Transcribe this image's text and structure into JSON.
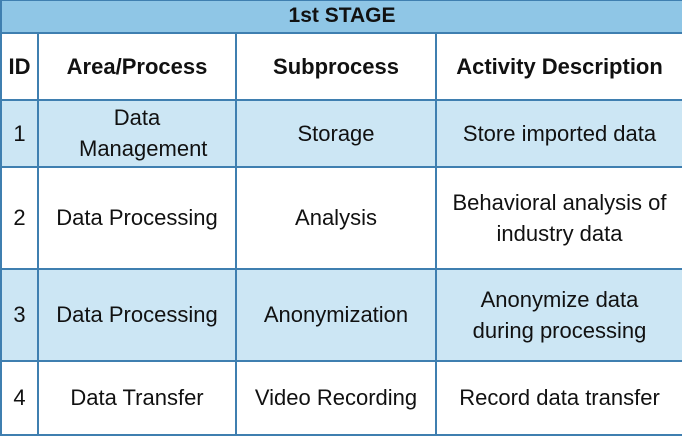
{
  "title": "1st STAGE",
  "columns": {
    "id": "ID",
    "area": "Area/Process",
    "subprocess": "Subprocess",
    "description": "Activity Description"
  },
  "rows": [
    {
      "id": "1",
      "area": "Data Management",
      "subprocess": "Storage",
      "description": "Store imported data"
    },
    {
      "id": "2",
      "area": "Data Processing",
      "subprocess": "Analysis",
      "description": "Behavioral analysis of industry data"
    },
    {
      "id": "3",
      "area": "Data Processing",
      "subprocess": "Anonymization",
      "description": "Anonymize data during processing"
    },
    {
      "id": "4",
      "area": "Data Transfer",
      "subprocess": "Video Recording",
      "description": "Record data transfer"
    }
  ],
  "colors": {
    "title_bg": "#8fc6e6",
    "stripe_bg": "#cce6f4",
    "border": "#3f7fb0"
  }
}
